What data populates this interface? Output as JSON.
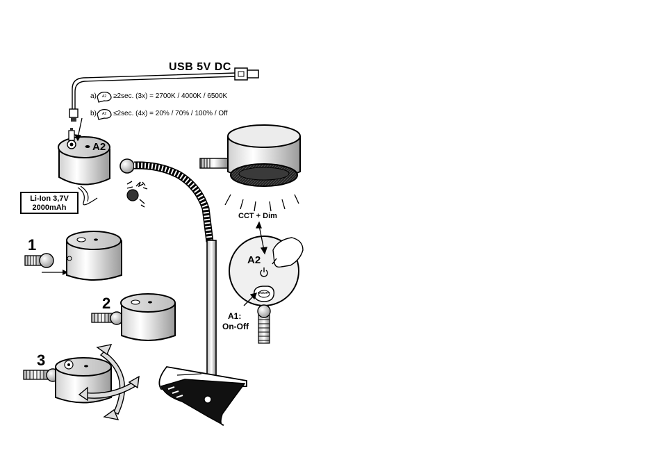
{
  "power": {
    "label": "USB 5V DC"
  },
  "instructions": {
    "a_prefix": "a)",
    "a_text": "≥2sec. (3x) = 2700K / 4000K / 6500K",
    "b_prefix": "b)",
    "b_text": "≤2sec. (4x) = 20% / 70% / 100% / Off",
    "hand_icon_badge": "A2"
  },
  "base_unit": {
    "button_label": "A2"
  },
  "battery": {
    "line1": "Li-Ion 3,7V",
    "line2": "2000mAh"
  },
  "steps": [
    {
      "number": "1"
    },
    {
      "number": "2"
    },
    {
      "number": "3"
    }
  ],
  "lamp_head": {
    "function_label": "CCT + Dim",
    "dial_button_label": "A2",
    "switch_small_label": "ON/OFF",
    "switch_label_line1": "A1:",
    "switch_label_line2": "On-Off"
  },
  "colors": {
    "line": "#000000",
    "fill_light": "#f2f2f2",
    "fill_dark": "#222222"
  }
}
